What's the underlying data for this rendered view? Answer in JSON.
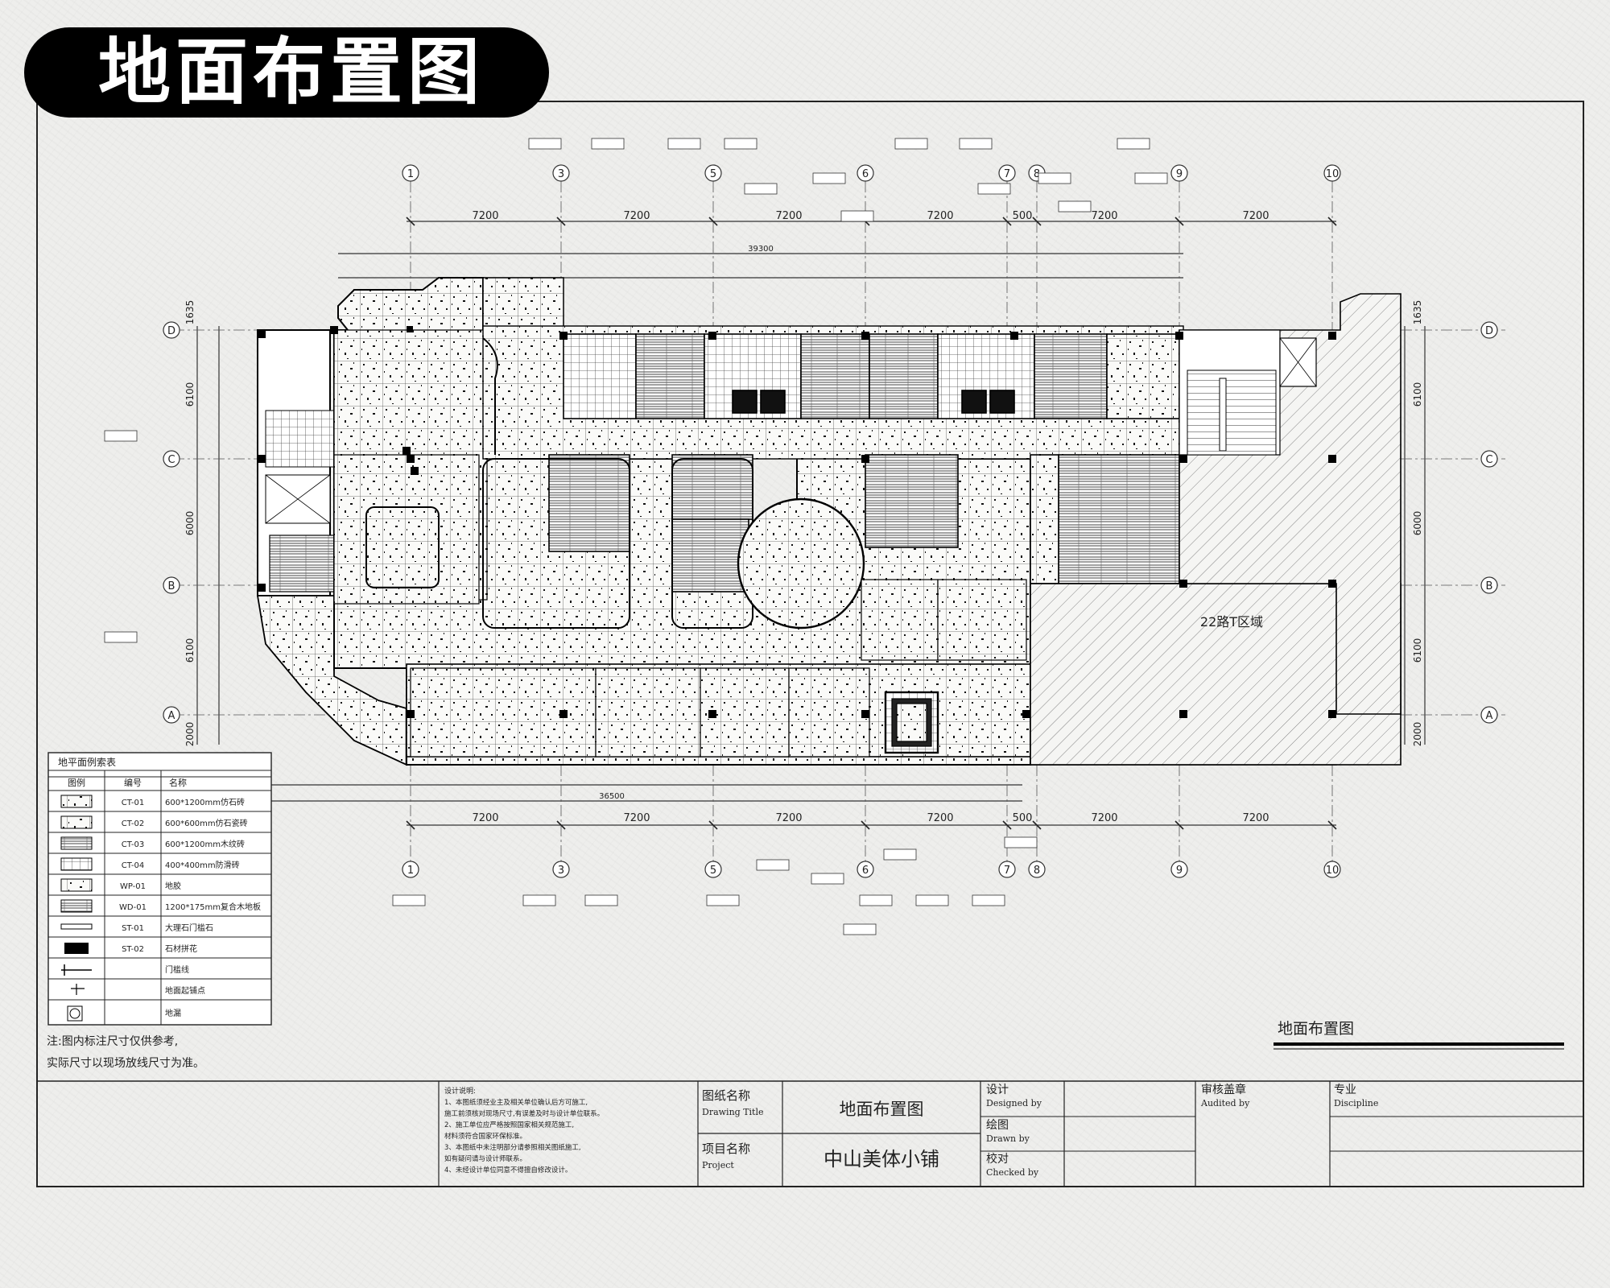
{
  "banner": {
    "title": "地面布置图"
  },
  "grid": {
    "columns": [
      "1",
      "3",
      "5",
      "6",
      "7",
      "8",
      "9",
      "10"
    ],
    "rows": [
      "D",
      "C",
      "B",
      "A"
    ],
    "spans_top": [
      "7200",
      "7200",
      "7200",
      "7200",
      "500",
      "7200",
      "7200"
    ],
    "spans_bottom": [
      "7200",
      "7200",
      "7200",
      "7200",
      "500",
      "7200",
      "7200"
    ],
    "total_top": "39300",
    "total_bottom": "36500",
    "row_dims": [
      "1635",
      "6100",
      "6000",
      "6100",
      "2000"
    ]
  },
  "plan": {
    "area_label": "22路T区域"
  },
  "legend": {
    "title": "地平面例索表",
    "headers": [
      "图例",
      "编号",
      "名称"
    ],
    "rows": [
      {
        "code": "CT-01",
        "name": "600*1200mm仿石砖"
      },
      {
        "code": "CT-02",
        "name": "600*600mm仿石瓷砖"
      },
      {
        "code": "CT-03",
        "name": "600*1200mm木纹砖"
      },
      {
        "code": "CT-04",
        "name": "400*400mm防滑砖"
      },
      {
        "code": "WP-01",
        "name": "地胶"
      },
      {
        "code": "WD-01",
        "name": "1200*175mm复合木地板"
      },
      {
        "code": "ST-01",
        "name": "大理石门槛石"
      },
      {
        "code": "ST-02",
        "name": "石材拼花"
      },
      {
        "code": "",
        "name": "门槛线"
      },
      {
        "code": "",
        "name": "地面起铺点"
      },
      {
        "code": "",
        "name": "地漏"
      }
    ],
    "notes": [
      "注:图内标注尺寸仅供参考,",
      "实际尺寸以现场放线尺寸为准。"
    ]
  },
  "sheet_title": "地面布置图",
  "title_block": {
    "notes_heading": "设计说明:",
    "notes_lines": [
      "1、本图纸须经业主及相关单位确认后方可施工,",
      "施工前须核对现场尺寸,有误差及时与设计单位联系。",
      "2、施工单位应严格按照国家相关规范施工,",
      "材料须符合国家环保标准。",
      "3、本图纸中未注明部分请参照相关图纸施工,",
      "如有疑问请与设计师联系。",
      "4、未经设计单位同意不得擅自修改设计。"
    ],
    "drawing_title_label": "图纸名称",
    "drawing_title_en": "Drawing Title",
    "drawing_title_value": "地面布置图",
    "project_label": "项目名称",
    "project_en": "Project",
    "project_value": "中山美体小铺",
    "designed_label": "设计",
    "designed_en": "Designed by",
    "drawn_label": "绘图",
    "drawn_en": "Drawn by",
    "checked_label": "校对",
    "checked_en": "Checked by",
    "audit_label": "审核盖章",
    "audit_en": "Audited by",
    "discipline_label": "专业",
    "discipline_en": "Discipline"
  }
}
